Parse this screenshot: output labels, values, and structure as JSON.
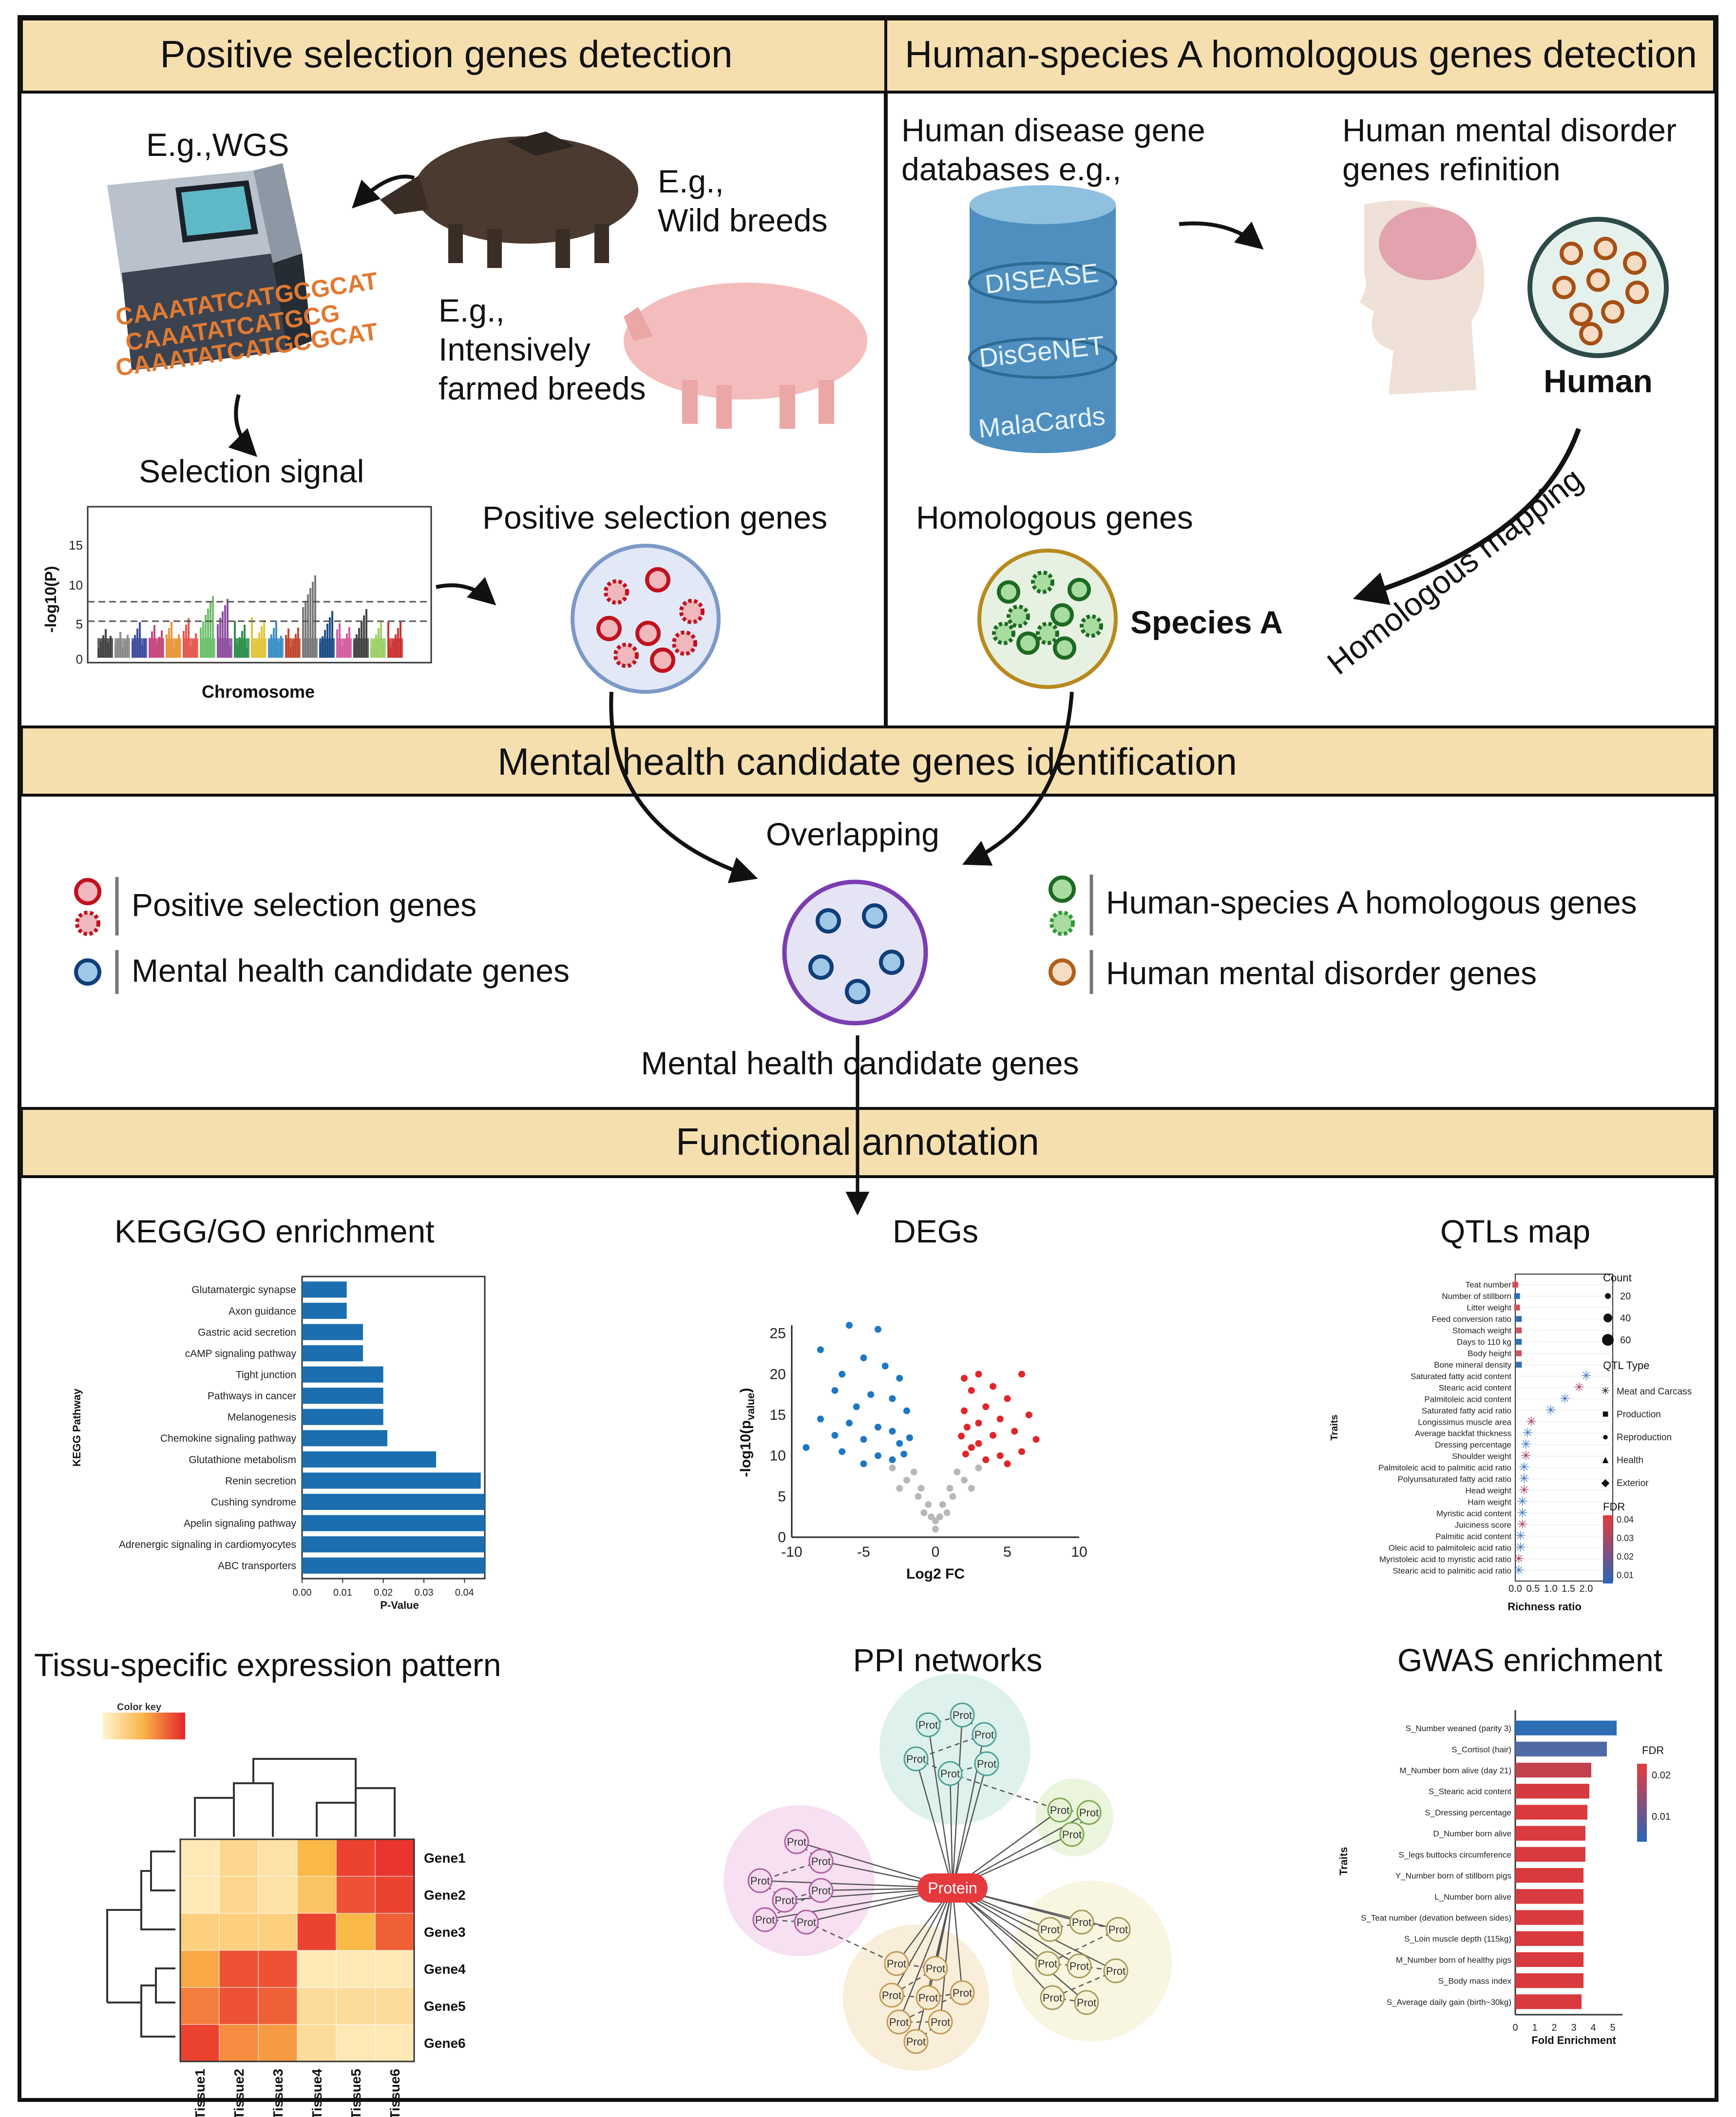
{
  "colors": {
    "header_fill": "#f6dfae",
    "border": "#111111",
    "red_gene": "#c0111f",
    "green_gene": "#2f9a34",
    "orange_gene": "#c0601a",
    "blue_gene": "#1f6fb3",
    "purple_circle": "#7b3db0",
    "bar_blue": "#1b6fb0",
    "volcano_blue": "#1f77c4",
    "volcano_red": "#e0262a"
  },
  "sections": {
    "positive_selection": {
      "title": "Positive selection genes detection",
      "wgs": "E.g.,WGS",
      "wild_line1": "E.g.,",
      "wild_line2": "Wild breeds",
      "farmed_line1": "E.g.,",
      "farmed_line2": "Intensively",
      "farmed_line3": "farmed breeds",
      "seq_lines": [
        "CAAATATCATGCGCAT",
        "CAAATATCATGCG",
        "CAAATATCATGCGCAT"
      ],
      "selection_signal": "Selection signal",
      "manhattan_ylabel": "-log10(P)",
      "manhattan_yticks": [
        "15",
        "10",
        "5",
        "0"
      ],
      "manhattan_xlabel": "Chromosome",
      "positive_genes": "Positive selection genes"
    },
    "homologous": {
      "title": "Human-species A homologous genes detection",
      "db_line1": "Human disease gene",
      "db_line2": "databases e.g.,",
      "db_names": [
        "DISEASE",
        "DisGeNET",
        "MalaCards"
      ],
      "refine_line1": "Human mental disorder",
      "refine_line2": "genes refinition",
      "human": "Human",
      "homologous_genes": "Homologous genes",
      "species": "Species A",
      "mapping": "Homologous mapping"
    },
    "candidate": {
      "title": "Mental health candidate genes identification",
      "overlapping": "Overlapping",
      "legend_positive": "Positive selection genes",
      "legend_mental": "Mental health candidate genes",
      "legend_homologous": "Human-species A homologous genes",
      "legend_disorder": "Human mental disorder genes",
      "result": "Mental health candidate genes"
    },
    "functional": {
      "title": "Functional annotation",
      "kegg_title": "KEGG/GO enrichment",
      "degs_title": "DEGs",
      "qtl_title": "QTLs map",
      "tissue_title": "Tissu-specific  expression pattern",
      "ppi_title": "PPI networks",
      "gwas_title": "GWAS enrichment",
      "color_key": "Color key",
      "ppi_center": "Protein",
      "ppi_node": "Prot"
    }
  },
  "chart_data": [
    {
      "type": "bar",
      "orientation": "horizontal",
      "ylabel": "KEGG Pathway",
      "xlabel": "P-Value",
      "xticks": [
        "0.00",
        "0.01",
        "0.02",
        "0.03",
        "0.04"
      ],
      "xlim": [
        0,
        0.045
      ],
      "categories": [
        "Glutamatergic synapse",
        "Axon guidance",
        "Gastric acid secretion",
        "cAMP signaling pathway",
        "Tight junction",
        "Pathways in cancer",
        "Melanogenesis",
        "Chemokine signaling pathway",
        "Glutathione metabolism",
        "Renin secretion",
        "Cushing syndrome",
        "Apelin signaling pathway",
        "Adrenergic signaling in cardiomyocytes",
        "ABC transporters"
      ],
      "values": [
        0.011,
        0.011,
        0.015,
        0.015,
        0.02,
        0.02,
        0.02,
        0.021,
        0.033,
        0.044,
        0.045,
        0.045,
        0.045,
        0.045
      ]
    },
    {
      "type": "scatter",
      "subtype": "volcano",
      "xlabel": "Log2 FC",
      "ylabel": "-log10(p",
      "ylabel_sub": "value",
      "xticks": [
        "-10",
        "-5",
        "0",
        "5",
        "10"
      ],
      "yticks": [
        "0",
        "5",
        "10",
        "15",
        "20",
        "25"
      ],
      "xlim": [
        -10,
        10
      ],
      "ylim": [
        0,
        26
      ],
      "series": [
        {
          "color": "blue",
          "points": [
            [
              -6,
              26
            ],
            [
              -4,
              25.5
            ],
            [
              -8,
              23
            ],
            [
              -5,
              22
            ],
            [
              -3.5,
              21
            ],
            [
              -6.5,
              20
            ],
            [
              -2.5,
              19.5
            ],
            [
              -7,
              18
            ],
            [
              -4.5,
              17.5
            ],
            [
              -3,
              17
            ],
            [
              -5.5,
              16
            ],
            [
              -2,
              15.5
            ],
            [
              -8,
              14.5
            ],
            [
              -6,
              14
            ],
            [
              -4,
              13.5
            ],
            [
              -3,
              13
            ],
            [
              -7,
              12.5
            ],
            [
              -5,
              12
            ],
            [
              -2.5,
              11.5
            ],
            [
              -9,
              11
            ],
            [
              -6.5,
              10.5
            ],
            [
              -4,
              10
            ],
            [
              -3,
              9.5
            ],
            [
              -5,
              9
            ],
            [
              -2.2,
              10.2
            ],
            [
              -1.8,
              12.2
            ]
          ]
        },
        {
          "color": "red",
          "points": [
            [
              2,
              19.5
            ],
            [
              3,
              20
            ],
            [
              6,
              20
            ],
            [
              4,
              18.5
            ],
            [
              2.5,
              18
            ],
            [
              5,
              17
            ],
            [
              3.5,
              16
            ],
            [
              2,
              15.5
            ],
            [
              6.5,
              15
            ],
            [
              4.5,
              14.5
            ],
            [
              3,
              14
            ],
            [
              2.2,
              13.5
            ],
            [
              5.5,
              13
            ],
            [
              4,
              12.5
            ],
            [
              7,
              12
            ],
            [
              3,
              11.5
            ],
            [
              2.5,
              11
            ],
            [
              6,
              10.5
            ],
            [
              4.5,
              10
            ],
            [
              3.5,
              9.5
            ],
            [
              5,
              9
            ],
            [
              2.1,
              10.2
            ],
            [
              1.8,
              12.4
            ]
          ]
        },
        {
          "color": "grey",
          "points": [
            [
              -1.5,
              8
            ],
            [
              1.5,
              8
            ],
            [
              -1,
              6
            ],
            [
              1,
              6
            ],
            [
              -0.5,
              4
            ],
            [
              0.5,
              4
            ],
            [
              -2,
              7
            ],
            [
              2,
              7
            ],
            [
              -3,
              8.5
            ],
            [
              3,
              8.5
            ],
            [
              0,
              2
            ],
            [
              -0.8,
              3
            ],
            [
              0.8,
              3
            ],
            [
              -1.2,
              5
            ],
            [
              1.2,
              5
            ],
            [
              -2.5,
              6
            ],
            [
              2.5,
              6
            ],
            [
              0,
              1
            ],
            [
              -0.3,
              2.5
            ],
            [
              0.3,
              2.5
            ]
          ]
        }
      ]
    },
    {
      "type": "scatter",
      "subtype": "bubble",
      "xlabel": "Richness ratio",
      "ylabel": "Traits",
      "xticks": [
        "0.0",
        "0.5",
        "1.0",
        "1.5",
        "2.0"
      ],
      "xlim": [
        0,
        2.2
      ],
      "categories": [
        "Teat number",
        "Number of stillborn",
        "Litter weight",
        "Feed conversion ratio",
        "Stomach weight",
        "Days to 110 kg",
        "Body height",
        "Bone mineral density",
        "Saturated fatty acid content",
        "Stearic acid content",
        "Palmitoleic acid content",
        "Saturated fatty acid ratio",
        "Longissimus muscle area",
        "Average backfat thickness",
        "Dressing percentage",
        "Shoulder weight",
        "Palmitoleic acid to palmitic acid ratio",
        "Polyunsaturated fatty acid ratio",
        "Head weight",
        "Ham weight",
        "Myristic acid content",
        "Juiciness score",
        "Palmitic acid content",
        "Oleic acid to palmitoleic acid ratio",
        "Myristoleic acid to myristic acid ratio",
        "Stearic acid to palmitic acid ratio"
      ],
      "values": [
        0.0,
        0.05,
        0.05,
        0.1,
        0.1,
        0.1,
        0.1,
        0.1,
        2.0,
        1.8,
        1.4,
        1.0,
        0.45,
        0.35,
        0.3,
        0.3,
        0.25,
        0.25,
        0.25,
        0.2,
        0.2,
        0.2,
        0.15,
        0.15,
        0.1,
        0.1
      ],
      "legend_count_title": "Count",
      "legend_counts": [
        "20",
        "40",
        "60"
      ],
      "legend_type_title": "QTL Type",
      "legend_types": [
        "Meat and Carcass",
        "Production",
        "Reproduction",
        "Health",
        "Exterior"
      ],
      "legend_fdr_title": "FDR",
      "legend_fdr": [
        "0.04",
        "0.03",
        "0.02",
        "0.01"
      ]
    },
    {
      "type": "heatmap",
      "rows": [
        "Gene1",
        "Gene2",
        "Gene3",
        "Gene4",
        "Gene5",
        "Gene6"
      ],
      "columns": [
        "Tissue1",
        "Tissue2",
        "Tissue3",
        "Tissue4",
        "Tissue5",
        "Tissue6"
      ],
      "values": [
        [
          0.1,
          0.25,
          0.15,
          0.5,
          0.9,
          0.95
        ],
        [
          0.1,
          0.25,
          0.15,
          0.4,
          0.85,
          0.9
        ],
        [
          0.3,
          0.3,
          0.3,
          0.9,
          0.5,
          0.8
        ],
        [
          0.55,
          0.85,
          0.85,
          0.1,
          0.1,
          0.1
        ],
        [
          0.7,
          0.85,
          0.8,
          0.2,
          0.2,
          0.2
        ],
        [
          0.9,
          0.65,
          0.6,
          0.2,
          0.1,
          0.1
        ]
      ]
    },
    {
      "type": "bar",
      "orientation": "horizontal",
      "ylabel": "Traits",
      "xlabel": "Fold Enrichment",
      "xticks": [
        "0",
        "1",
        "2",
        "3",
        "4",
        "5"
      ],
      "xlim": [
        0,
        5.5
      ],
      "legend_fdr_title": "FDR",
      "legend_fdr": [
        "0.02",
        "0.01"
      ],
      "categories": [
        "S_Number weaned (parity 3)",
        "S_Cortisol (hair)",
        "M_Number born alive (day 21)",
        "S_Stearic acid content",
        "S_Dressing percentage",
        "D_Number born alive",
        "S_legs buttocks circumference",
        "Y_Number born of stillborn pigs",
        "L_Number born alive",
        "S_Teat number (devation between sides)",
        "S_Loin muscle depth (115kg)",
        "M_Number born of healthy pigs",
        "S_Body mass index",
        "S_Average daily gain (birth~30kg)"
      ],
      "values": [
        5.2,
        4.7,
        3.9,
        3.8,
        3.7,
        3.6,
        3.6,
        3.5,
        3.5,
        3.5,
        3.5,
        3.5,
        3.5,
        3.4
      ]
    }
  ]
}
